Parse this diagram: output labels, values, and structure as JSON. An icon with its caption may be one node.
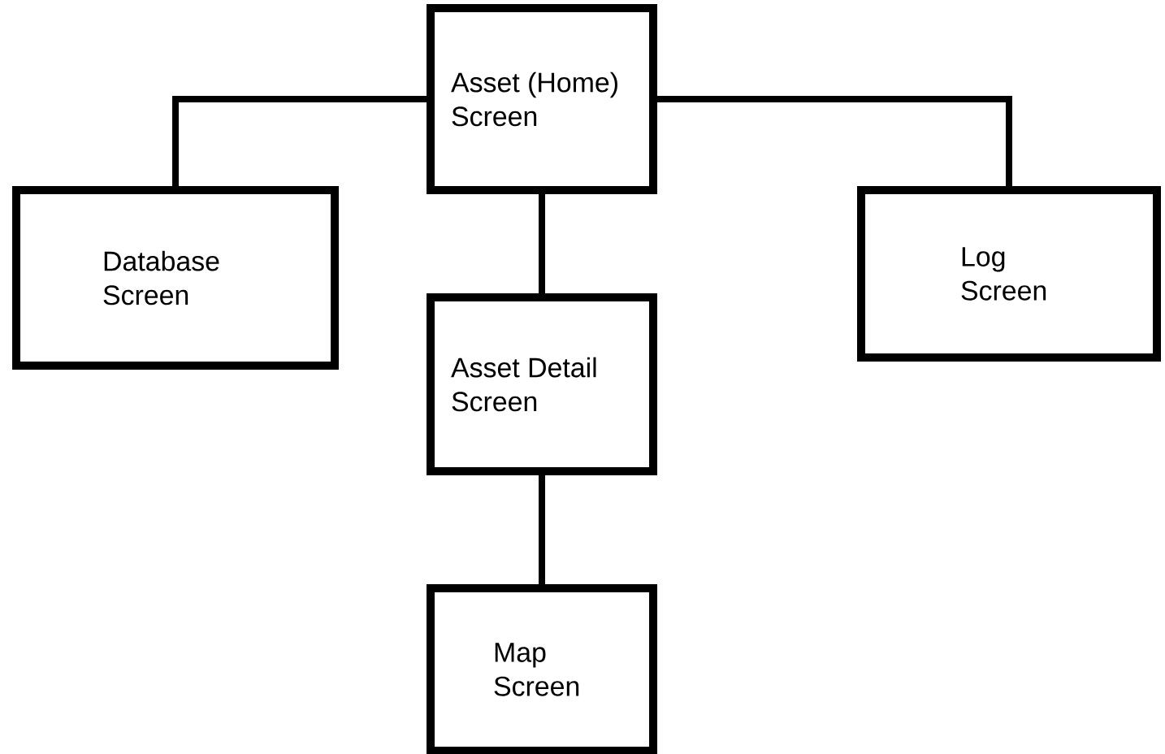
{
  "diagram": {
    "nodes": [
      {
        "text": [
          "Asset (Home) Screen"
        ]
      },
      {
        "text": [
          "Database Screen"
        ]
      },
      {
        "text": [
          "Log Screen"
        ]
      },
      {
        "text": [
          "Asset Detail Screen"
        ]
      },
      {
        "text": [
          "Map Screen"
        ]
      }
    ],
    "edges": [
      {
        "from": 0,
        "to": 1,
        "arrow": "none"
      },
      {
        "from": 0,
        "to": 2,
        "arrow": "none"
      },
      {
        "from": 0,
        "to": 3,
        "arrow": "none"
      },
      {
        "from": 3,
        "to": 4,
        "arrow": "none"
      }
    ]
  }
}
